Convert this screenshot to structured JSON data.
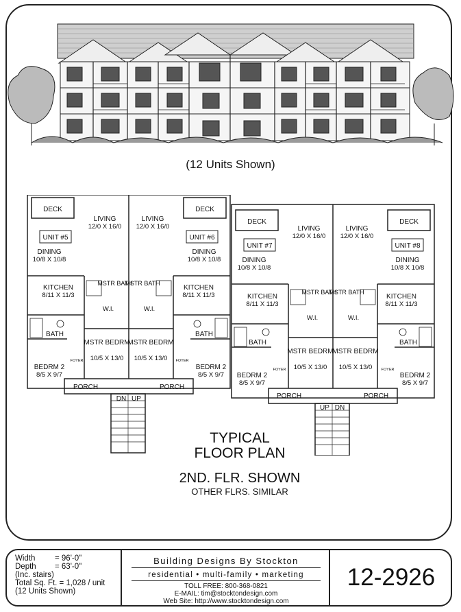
{
  "elevation": {
    "caption": "(12 Units Shown)"
  },
  "plan": {
    "units": [
      {
        "label": "UNIT #5",
        "deck": "DECK",
        "living": "LIVING",
        "living_dim": "12/0 X 16/0",
        "dining": "DINING",
        "dining_dim": "10/8 X 10/8",
        "kitchen": "KITCHEN",
        "kitchen_dim": "8/11 X 11/3",
        "bath": "BATH",
        "mstr_bath": "MSTR BATH",
        "wi": "W.I.",
        "mstr_bedrm": "MSTR BEDRM",
        "mstr_dim": "10/5 X 13/0",
        "bedrm2": "BEDRM 2",
        "bedrm2_dim": "8/5 X 9/7",
        "foyer": "FOYER",
        "porch": "PORCH"
      },
      {
        "label": "UNIT #6",
        "deck": "DECK",
        "living": "LIVING",
        "living_dim": "12/0 X 16/0",
        "dining": "DINING",
        "dining_dim": "10/8 X 10/8",
        "kitchen": "KITCHEN",
        "kitchen_dim": "8/11 X 11/3",
        "bath": "BATH",
        "mstr_bath": "MSTR BATH",
        "wi": "W.I.",
        "mstr_bedrm": "MSTR BEDRM",
        "mstr_dim": "10/5 X 13/0",
        "bedrm2": "BEDRM 2",
        "bedrm2_dim": "8/5 X 9/7",
        "foyer": "FOYER",
        "porch": "PORCH"
      },
      {
        "label": "UNIT #7",
        "deck": "DECK",
        "living": "LIVING",
        "living_dim": "12/0 X 16/0",
        "dining": "DINING",
        "dining_dim": "10/8 X 10/8",
        "kitchen": "KITCHEN",
        "kitchen_dim": "8/11 X 11/3",
        "bath": "BATH",
        "mstr_bath": "MSTR BATH",
        "wi": "W.I.",
        "mstr_bedrm": "MSTR BEDRM",
        "mstr_dim": "10/5 X 13/0",
        "bedrm2": "BEDRM 2",
        "bedrm2_dim": "8/5 X 9/7",
        "foyer": "FOYER",
        "porch": "PORCH"
      },
      {
        "label": "UNIT #8",
        "deck": "DECK",
        "living": "LIVING",
        "living_dim": "12/0 X 16/0",
        "dining": "DINING",
        "dining_dim": "10/8 X 10/8",
        "kitchen": "KITCHEN",
        "kitchen_dim": "8/11 X 11/3",
        "bath": "BATH",
        "mstr_bath": "MSTR BATH",
        "wi": "W.I.",
        "mstr_bedrm": "MSTR BEDRM",
        "mstr_dim": "10/5 X 13/0",
        "bedrm2": "BEDRM 2",
        "bedrm2_dim": "8/5 X 9/7",
        "foyer": "FOYER",
        "porch": "PORCH"
      }
    ],
    "stair_left": {
      "a": "DN",
      "b": "UP"
    },
    "stair_right": {
      "a": "UP",
      "b": "DN"
    }
  },
  "title_block": {
    "line1": "TYPICAL",
    "line2": "FLOOR PLAN",
    "line3": "2ND. FLR. SHOWN",
    "line4": "OTHER FLRS. SIMILAR"
  },
  "footer": {
    "width_label": "Width",
    "width_value": "= 96'-0\"",
    "depth_label": "Depth",
    "depth_value": "= 63'-0\"",
    "depth_note": "(Inc. stairs)",
    "sqft": "Total Sq. Ft. = 1,028 / unit",
    "units_shown": "(12 Units Shown)",
    "firm": "Building Designs By Stockton",
    "tagline": "residential • multi-family • marketing",
    "tollfree": "TOLL FREE:  800-368-0821",
    "email": "E-MAIL:  tim@stocktondesign.com",
    "web": "Web Site:   http://www.stocktondesign.com",
    "plan_number": "12-2926"
  }
}
